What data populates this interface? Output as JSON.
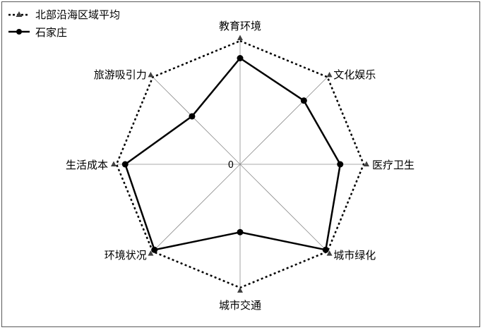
{
  "chart_data": {
    "type": "radar",
    "categories": [
      "教育环境",
      "文化娱乐",
      "医疗卫生",
      "城市绿化",
      "城市交通",
      "环境状况",
      "生活成本",
      "旅游吸引力"
    ],
    "series": [
      {
        "name": "北部沿海区域平均",
        "values": [
          1.0,
          1.0,
          1.0,
          1.0,
          1.0,
          1.0,
          1.0,
          1.0
        ],
        "style": "dotted",
        "marker": "triangle",
        "color": "#000000"
      },
      {
        "name": "石家庄",
        "values": [
          0.86,
          0.73,
          0.81,
          0.98,
          0.55,
          0.98,
          0.93,
          0.55
        ],
        "style": "solid",
        "marker": "circle",
        "color": "#000000"
      }
    ],
    "r_tick_label": "0",
    "rlim": [
      0,
      1
    ],
    "legend_position": "top-left",
    "grid": true
  }
}
